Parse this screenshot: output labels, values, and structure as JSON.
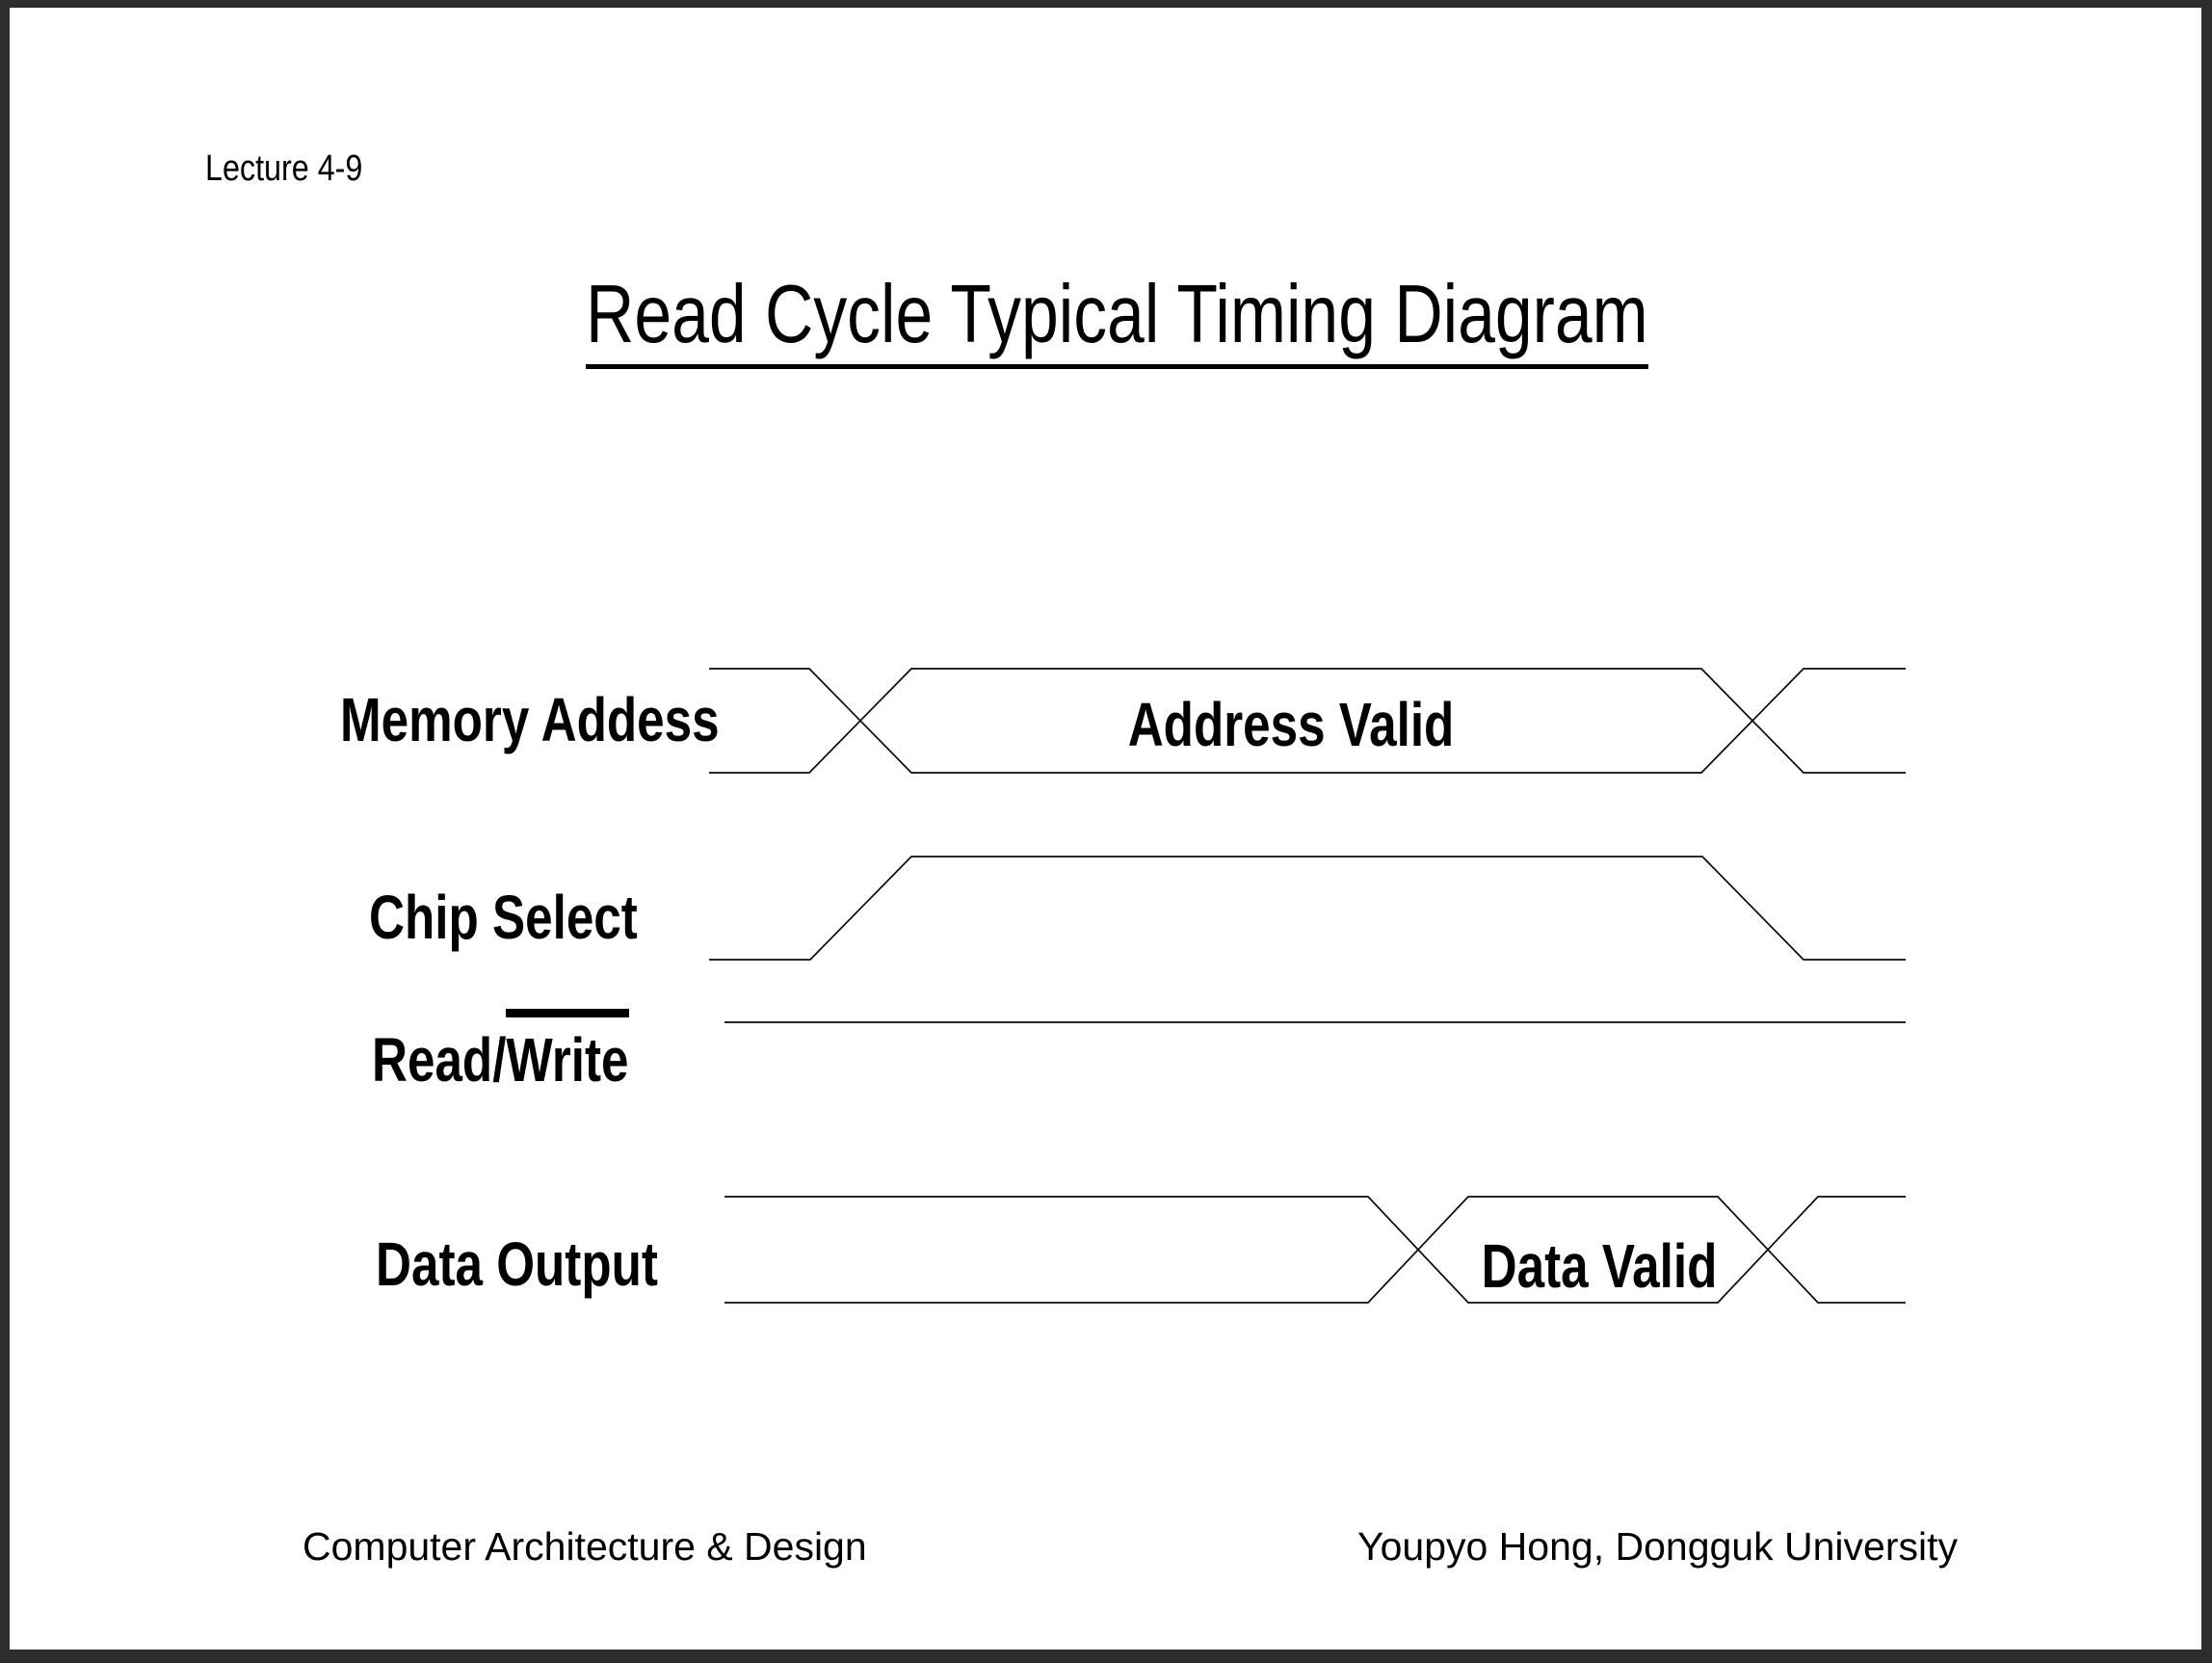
{
  "slide": {
    "lecture_label": "Lecture 4-9",
    "title": "Read Cycle Typical Timing Diagram"
  },
  "diagram": {
    "signals": [
      {
        "label": "Memory Addess",
        "annotation": "Address Valid",
        "shape": "bus-valid-window"
      },
      {
        "label": "Chip Select",
        "shape": "low-high-low-pulse"
      },
      {
        "label": "Read/Write",
        "overlined_part": "Write",
        "shape": "flat-high-line"
      },
      {
        "label": "Data Output",
        "annotation": "Data Valid",
        "shape": "bus-valid-window"
      }
    ]
  },
  "footer": {
    "course": "Computer Architecture & Design",
    "author": "Youpyo Hong, Dongguk University"
  },
  "colors": {
    "line": "#0a0a0a",
    "text": "#000000",
    "frame": "#2d2d2d",
    "background": "#ffffff"
  }
}
